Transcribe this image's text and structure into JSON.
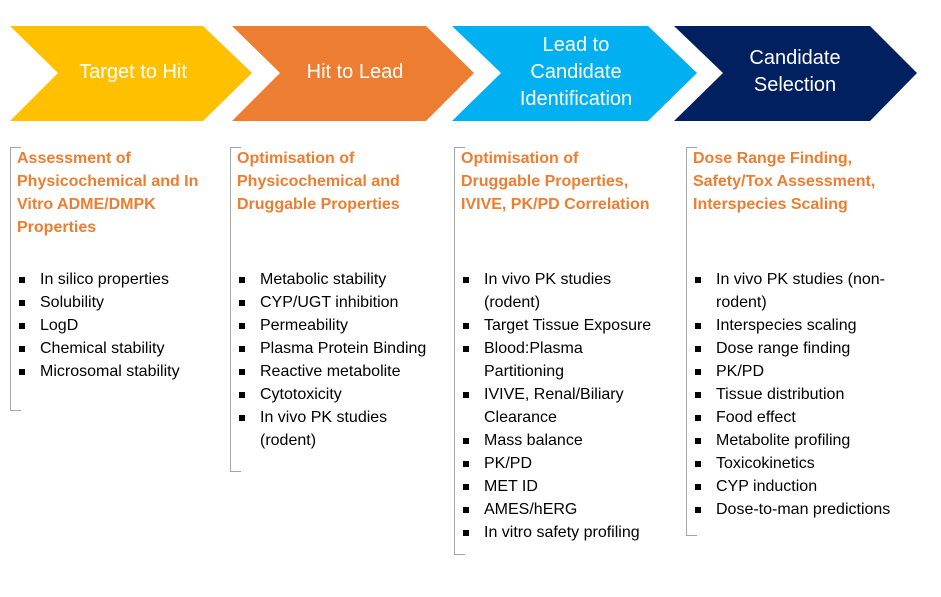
{
  "colors": {
    "stage1": "#ffc000",
    "stage2": "#ed7d31",
    "stage3": "#00b0f0",
    "stage4": "#002060",
    "title_text": "#ed7d31"
  },
  "stages": [
    {
      "label": "Target to Hit",
      "heading": "Assessment of\nPhysicochemical and In\nVitro ADME/DMPK\nProperties",
      "items": [
        "In silico properties",
        "Solubility",
        "LogD",
        "Chemical stability",
        "Microsomal stability"
      ]
    },
    {
      "label": "Hit to Lead",
      "heading": "Optimisation of\nPhysicochemical and\nDruggable Properties",
      "items": [
        "Metabolic stability",
        "CYP/UGT inhibition",
        "Permeability",
        "Plasma Protein Binding",
        "Reactive metabolite",
        "Cytotoxicity",
        "In vivo PK studies\n(rodent)"
      ]
    },
    {
      "label": "Lead to\nCandidate\nIdentification",
      "heading": "Optimisation of\nDruggable Properties,\nIVIVE, PK/PD Correlation",
      "items": [
        "In vivo PK studies\n(rodent)",
        "Target Tissue Exposure",
        "Blood:Plasma\nPartitioning",
        "IVIVE, Renal/Biliary\nClearance",
        "Mass balance",
        "PK/PD",
        "MET ID",
        "AMES/hERG",
        "In vitro safety profiling"
      ]
    },
    {
      "label": "Candidate\nSelection",
      "heading": "Dose Range Finding,\nSafety/Tox Assessment,\nInterspecies Scaling",
      "items": [
        "In vivo PK studies (non-\nrodent)",
        "Interspecies scaling",
        "Dose range finding",
        "PK/PD",
        "Tissue distribution",
        "Food effect",
        "Metabolite profiling",
        "Toxicokinetics",
        "CYP induction",
        "Dose-to-man predictions"
      ]
    }
  ]
}
